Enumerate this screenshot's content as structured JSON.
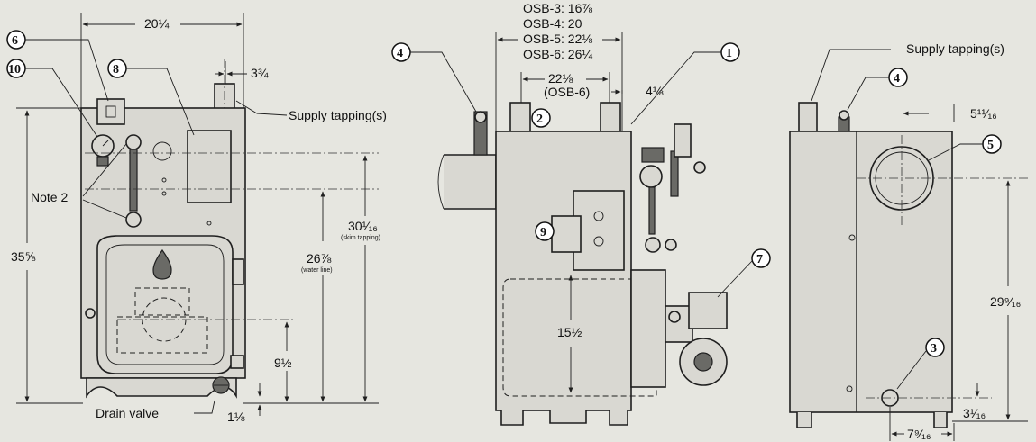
{
  "left_view": {
    "width_dim": "20¼",
    "offset_dim": "3¾",
    "height_dim": "35⅝",
    "water_line_dim": "26⅞",
    "water_line_note": "(water line)",
    "skim_dim": "30¹⁄₁₆",
    "skim_note": "(skim tapping)",
    "drain_height_dim": "9½",
    "drain_offset_dim": "1⅛",
    "supply_label": "Supply tapping(s)",
    "note_label": "Note 2",
    "drain_label": "Drain valve",
    "callouts": [
      "6",
      "10",
      "8"
    ]
  },
  "middle_view": {
    "widths": [
      "OSB-3: 16⅞",
      "OSB-4: 20",
      "OSB-5: 22⅛",
      "OSB-6: 26¼"
    ],
    "tapping_spacing": "22⅛",
    "tapping_spacing_note": "(OSB-6)",
    "tapping_offset": "4⅛",
    "burner_height": "15½",
    "callouts": [
      "4",
      "2",
      "1",
      "9",
      "7"
    ]
  },
  "right_view": {
    "supply_label": "Supply tapping(s)",
    "flue_offset": "5¹¹⁄₁₆",
    "flue_height": "29⁹⁄₁₆",
    "return_height": "3¹⁄₁₆",
    "return_offset": "7⁹⁄₁₆",
    "callouts": [
      "4",
      "5",
      "3"
    ]
  }
}
